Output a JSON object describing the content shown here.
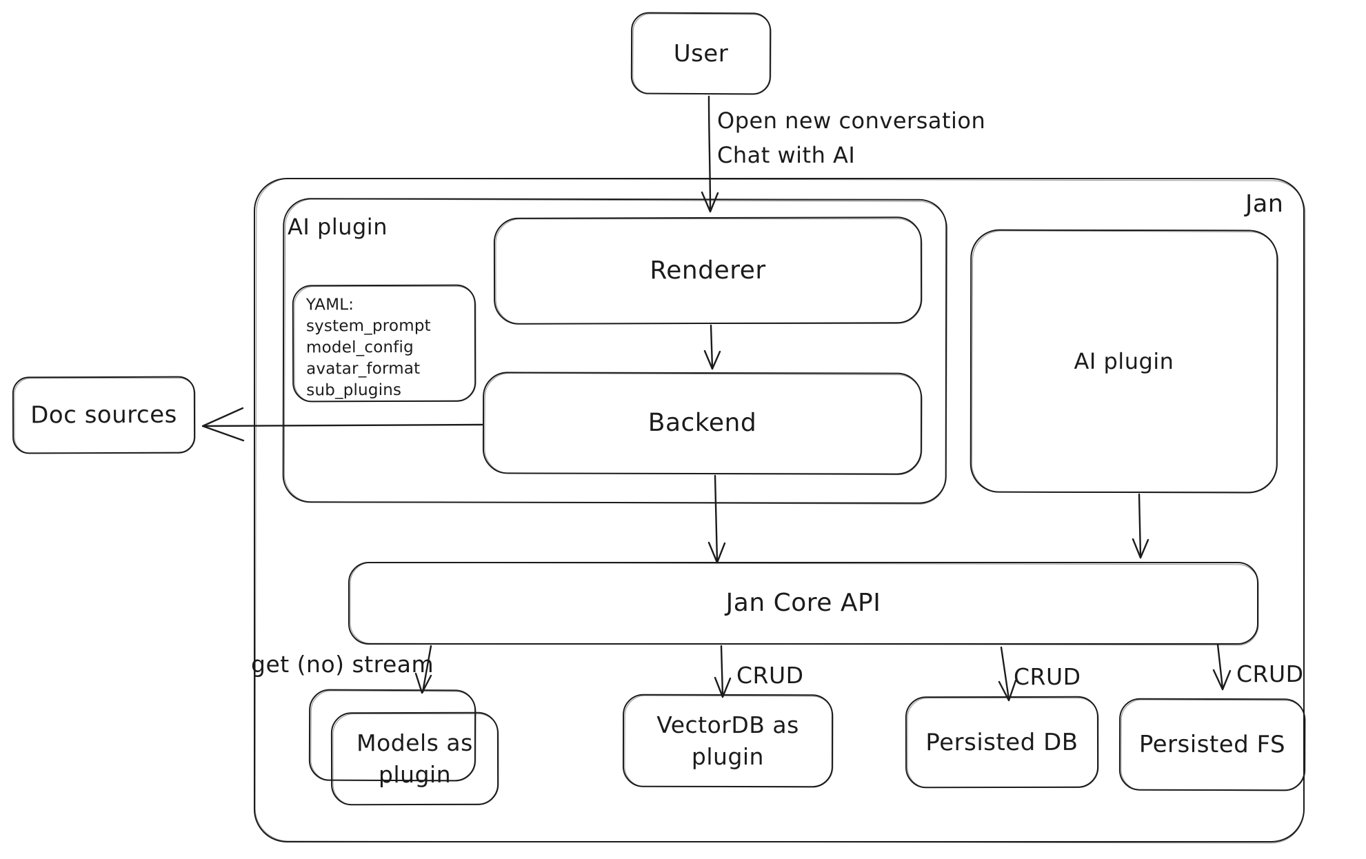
{
  "diagram": {
    "container_label": "Jan",
    "nodes": {
      "user": "User",
      "ai_plugin_left": "AI plugin",
      "renderer": "Renderer",
      "backend": "Backend",
      "doc_sources": "Doc sources",
      "ai_plugin_right": "AI plugin",
      "jan_core_api": "Jan Core API",
      "models": {
        "line1": "Models as",
        "line2": "plugin"
      },
      "vectordb": {
        "line1": "VectorDB as",
        "line2": "plugin"
      },
      "persisted_db": "Persisted DB",
      "persisted_fs": "Persisted FS"
    },
    "note": {
      "title": "YAML:",
      "lines": [
        "system_prompt",
        "model_config",
        "avatar_format",
        "sub_plugins"
      ]
    },
    "edge_labels": {
      "user_flow": {
        "line1": "Open new conversation",
        "line2": "Chat with AI"
      },
      "models_edge": "get (no) stream",
      "vectordb_edge": "CRUD",
      "persisted_db_edge": "CRUD",
      "persisted_fs_edge": "CRUD"
    },
    "colors": {
      "stroke": "#1b1b1b",
      "background": "#ffffff"
    }
  }
}
